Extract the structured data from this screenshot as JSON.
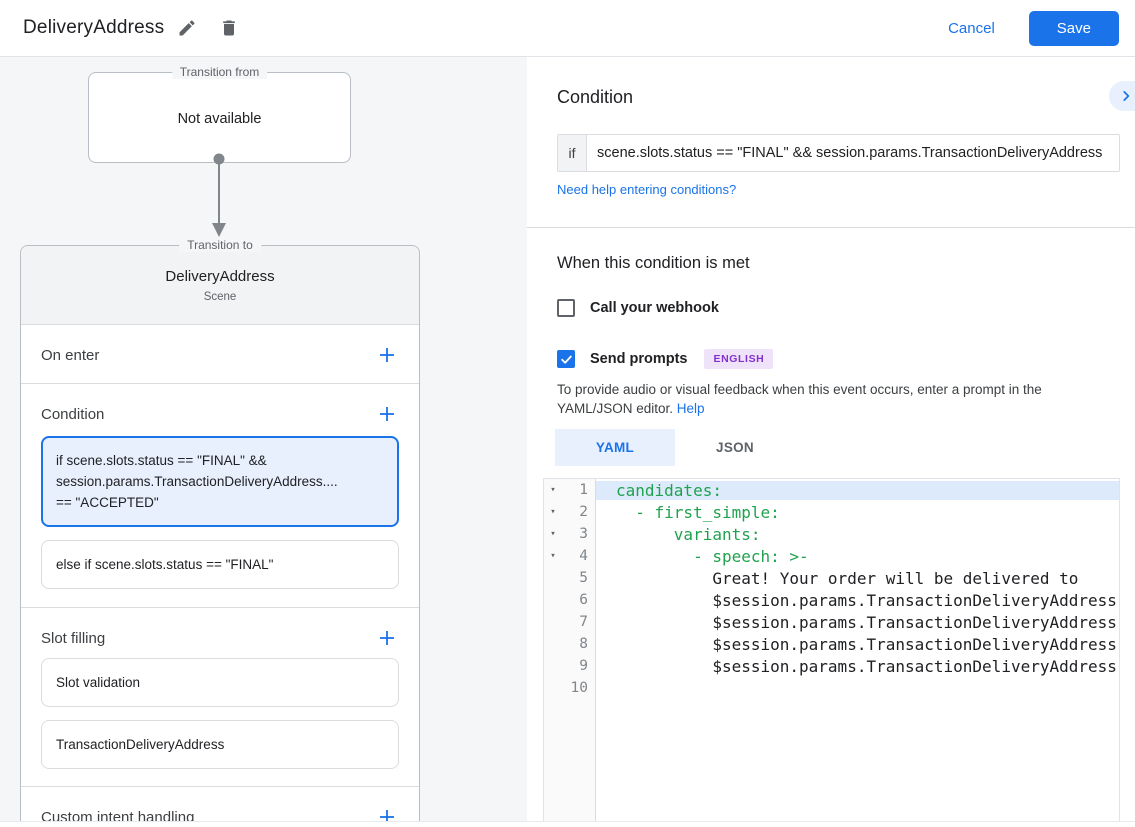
{
  "header": {
    "title": "DeliveryAddress",
    "cancel_label": "Cancel",
    "save_label": "Save"
  },
  "flow": {
    "transition_from": {
      "legend": "Transition from",
      "value": "Not available"
    },
    "transition_to": {
      "legend": "Transition to",
      "title": "DeliveryAddress",
      "subtitle": "Scene"
    },
    "sections": {
      "on_enter": "On enter",
      "condition": "Condition",
      "slot_filling": "Slot filling",
      "custom_intent": "Custom intent handling"
    },
    "condition_items": [
      {
        "selected": true,
        "lines": [
          "if scene.slots.status == \"FINAL\" &&",
          "session.params.TransactionDeliveryAddress....",
          "== \"ACCEPTED\""
        ]
      },
      {
        "selected": false,
        "lines": [
          "else if scene.slots.status == \"FINAL\""
        ]
      }
    ],
    "slot_items": [
      "Slot validation",
      "TransactionDeliveryAddress"
    ]
  },
  "panel": {
    "condition_heading": "Condition",
    "if_label": "if",
    "if_value": "scene.slots.status == \"FINAL\" && session.params.TransactionDeliveryAddress",
    "help_link": "Need help entering conditions?",
    "when_heading": "When this condition is met",
    "webhook": {
      "label": "Call your webhook",
      "checked": false
    },
    "prompts": {
      "label": "Send prompts",
      "checked": true,
      "language_badge": "ENGLISH"
    },
    "hint_text": "To provide audio or visual feedback when this event occurs, enter a prompt in the YAML/JSON editor. ",
    "hint_link": "Help",
    "tabs": [
      {
        "label": "YAML",
        "active": true
      },
      {
        "label": "JSON",
        "active": false
      }
    ]
  },
  "editor": {
    "lines": [
      {
        "num": "1",
        "text": "candidates:"
      },
      {
        "num": "2",
        "text": "  - first_simple:"
      },
      {
        "num": "3",
        "text": "      variants:"
      },
      {
        "num": "4",
        "text": "        - speech: >-"
      },
      {
        "num": "5",
        "text": "          Great! Your order will be delivered to"
      },
      {
        "num": "6",
        "text": "          $session.params.TransactionDeliveryAddress."
      },
      {
        "num": "7",
        "text": "          $session.params.TransactionDeliveryAddress."
      },
      {
        "num": "8",
        "text": "          $session.params.TransactionDeliveryAddress."
      },
      {
        "num": "9",
        "text": "          $session.params.TransactionDeliveryAddress."
      },
      {
        "num": "10",
        "text": ""
      }
    ]
  },
  "icons": {
    "edit": "pencil",
    "delete": "trash",
    "add": "plus",
    "expand": "chevron-right",
    "checked": "checkmark",
    "fold": "triangle-down"
  },
  "colors": {
    "accent_blue": "#1a73e8",
    "selected_bg": "#e8f0fe",
    "code_key_green": "#1fa24e",
    "badge_text": "#8430ce",
    "badge_bg": "#efe3f9",
    "canvas_bg": "#f5f6f8"
  }
}
